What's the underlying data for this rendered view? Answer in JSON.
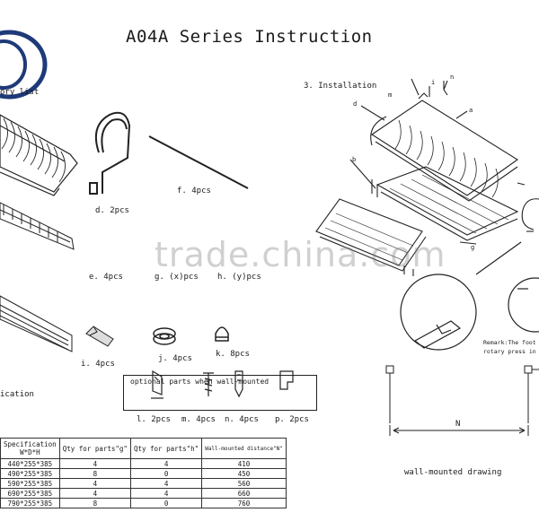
{
  "title": "A04A Series Instruction",
  "accessory_list_fragment": "ory list",
  "installation_heading": "3. Installation",
  "application_heading": "ication",
  "parts": {
    "d": "d. 2pcs",
    "f": "f. 4pcs",
    "e": "e. 4pcs",
    "g": "g. (x)pcs",
    "h": "h. (y)pcs",
    "i": "i. 4pcs",
    "j": "j. 4pcs",
    "k": "k. 8pcs"
  },
  "optional": {
    "heading": "optional parts when wall-mounted",
    "l": "l. 2pcs",
    "m": "m. 4pcs",
    "n": "n. 4pcs",
    "p": "p. 2pcs"
  },
  "install_labels": {
    "i": "i",
    "n": "n",
    "m": "m",
    "d": "d",
    "a": "a",
    "b": "b",
    "g": "g"
  },
  "remark": {
    "line1": "Remark:The foot",
    "line2": "rotary press in"
  },
  "wall_mounted": {
    "n_label": "N",
    "caption": "wall-mounted drawing"
  },
  "spec_table": {
    "headers": [
      "Specification",
      "Qty for parts\"g\"",
      "Qty for parts\"h\"",
      "Wall-mounted distance\"N\""
    ],
    "subheader": "W*D*H",
    "rows": [
      [
        "440*255*385",
        "4",
        "4",
        "410"
      ],
      [
        "490*255*385",
        "8",
        "0",
        "450"
      ],
      [
        "590*255*385",
        "4",
        "4",
        "560"
      ],
      [
        "690*255*385",
        "4",
        "4",
        "660"
      ],
      [
        "790*255*385",
        "8",
        "0",
        "760"
      ]
    ]
  },
  "watermark": "trade.china.com",
  "colors": {
    "logo": "#1e3a78",
    "line": "#1a1a1a",
    "watermark": "#9a9a9a"
  }
}
